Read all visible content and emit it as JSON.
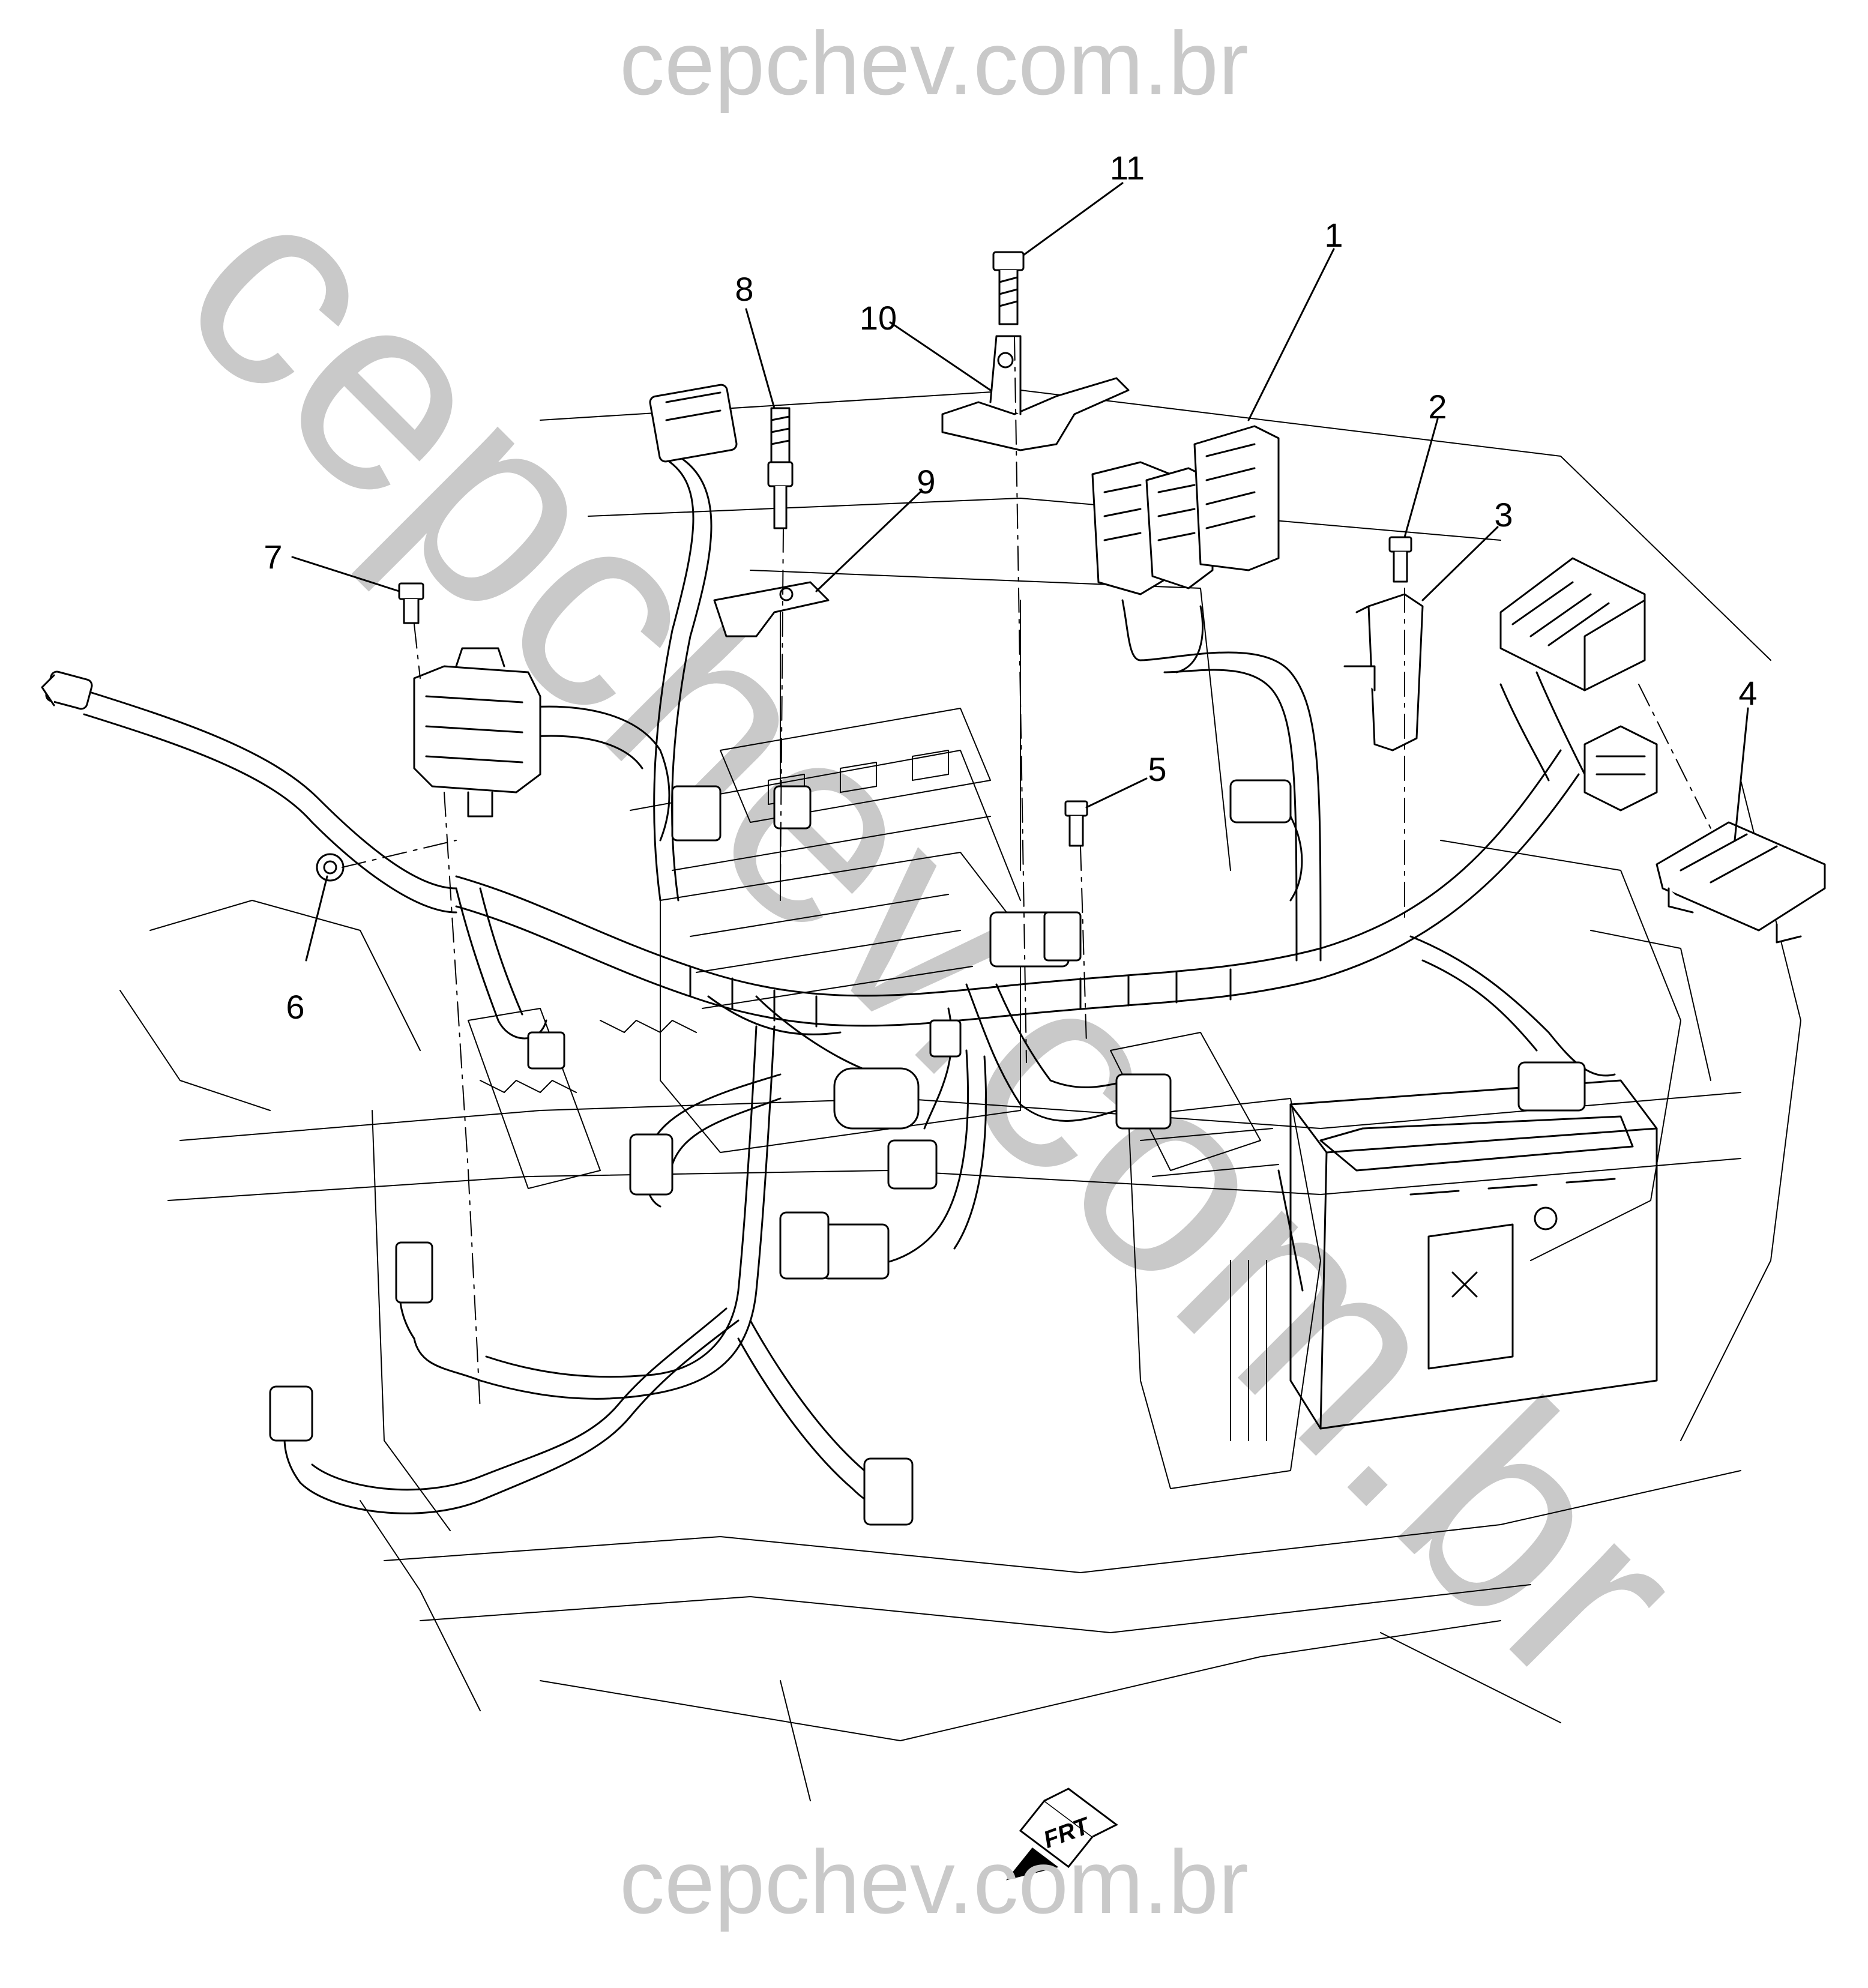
{
  "watermark": {
    "top": "cepchev.com.br",
    "diagonal": "cepchev.com.br",
    "bottom": "cepchev.com.br"
  },
  "callouts": [
    "1",
    "2",
    "3",
    "4",
    "5",
    "6",
    "7",
    "8",
    "9",
    "10",
    "11"
  ],
  "front_indicator": {
    "label": "FRT",
    "icon": "front-arrow-icon"
  },
  "colors": {
    "line": "#000000",
    "watermark": "#c9c9c9"
  }
}
